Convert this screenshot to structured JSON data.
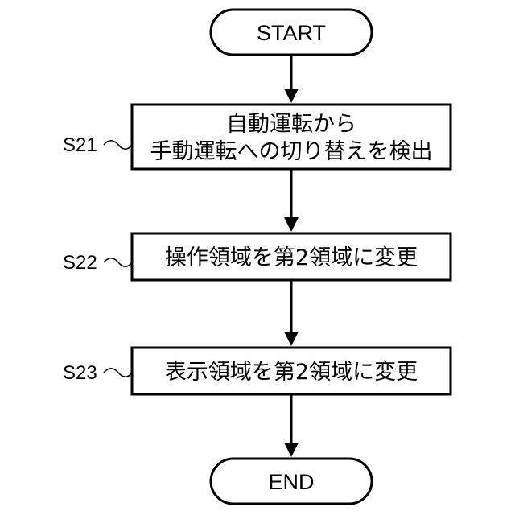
{
  "start": {
    "label": "START"
  },
  "end": {
    "label": "END"
  },
  "steps": [
    {
      "id": "S21",
      "lines": [
        "自動運転から",
        "手動運転への切り替えを検出"
      ]
    },
    {
      "id": "S22",
      "lines": [
        "操作領域を第2領域に変更"
      ]
    },
    {
      "id": "S23",
      "lines": [
        "表示領域を第2領域に変更"
      ]
    }
  ]
}
